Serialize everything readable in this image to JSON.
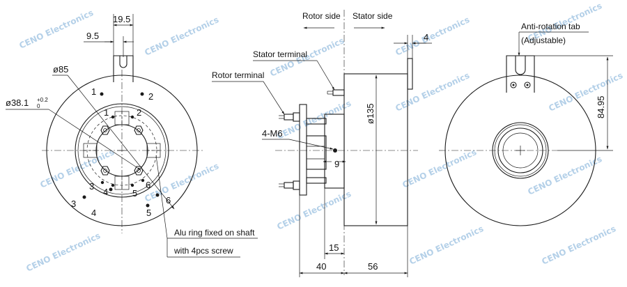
{
  "front_view": {
    "dim_tab_width": "19.5",
    "dim_tab_offset": "9.5",
    "dim_outer_dia": "ø85",
    "dim_bore": "ø38.1",
    "dim_bore_tol_upper": "+0.2",
    "dim_bore_tol_lower": "0",
    "outer_pins": [
      "1",
      "2",
      "3",
      "4",
      "5",
      "6"
    ],
    "inner_pins": [
      "1",
      "2",
      "3",
      "4",
      "5",
      "6"
    ],
    "note_line1": "Alu ring fixed on shaft",
    "note_line2": "with 4pcs screw"
  },
  "side_view": {
    "rotor_side_label": "Rotor side",
    "stator_side_label": "Stator side",
    "stator_terminal_label": "Stator terminal",
    "rotor_terminal_label": "Rotor terminal",
    "dim_body_dia": "ø135",
    "dim_thread": "4-M6",
    "dim_9": "9",
    "dim_15": "15",
    "dim_40": "40",
    "dim_56": "56",
    "dim_4": "4"
  },
  "rear_view": {
    "tab_label_line1": "Anti-rotation tab",
    "tab_label_line2": "(Adjustable)",
    "dim_height": "84.95"
  },
  "watermark": "CENO Electronics"
}
